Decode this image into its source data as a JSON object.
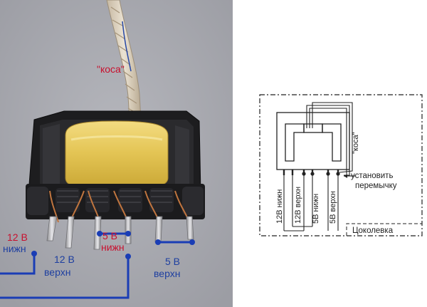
{
  "photo": {
    "wire_label": "\"коса\"",
    "label_12v_lower": [
      "12 В",
      "нижн"
    ],
    "label_12v_upper": [
      "12 В",
      "верхн"
    ],
    "label_5v_lower": [
      "5 В",
      "нижн"
    ],
    "label_5v_upper": [
      "5 В",
      "верхн"
    ]
  },
  "schematic": {
    "wire_label": "\"коса\"",
    "jumper_note": [
      "установить",
      "перемычку"
    ],
    "pin_labels": [
      "12В нижн",
      "12В верхн",
      "5В нижн",
      "5В верхн"
    ],
    "footer_label": "Цоколевка"
  },
  "colors": {
    "photo_background": "#a9aab0",
    "label_red": "#c8102e",
    "label_blue": "#1e3fa0",
    "wire_blue": "#1a3db5",
    "core_black": "#1d1d1f",
    "coil_yellow": "#e6c85a"
  }
}
